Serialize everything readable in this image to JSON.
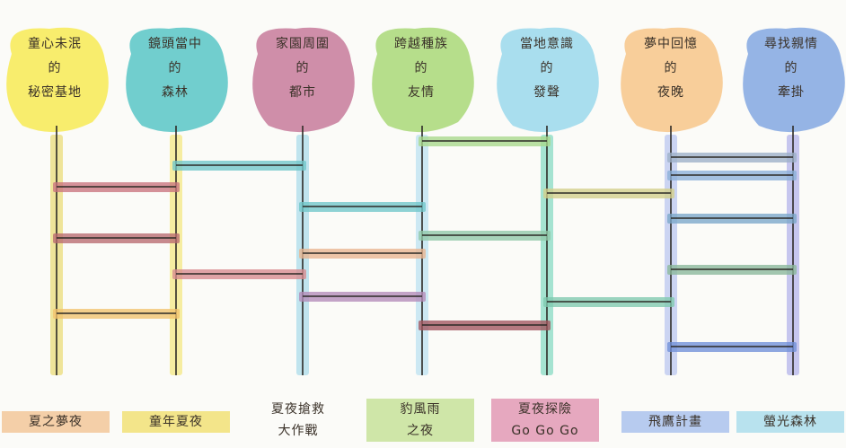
{
  "columns": [
    {
      "lines": [
        "童心未泯",
        "的",
        "秘密基地"
      ],
      "blob_color": "#f7ea55",
      "line_color": "#e6d24a"
    },
    {
      "lines": [
        "鏡頭當中",
        "的",
        "森林"
      ],
      "blob_color": "#58c6c7",
      "line_color": "#f2e25a"
    },
    {
      "lines": [
        "家園周圍",
        "的",
        "都市"
      ],
      "blob_color": "#c77a9b",
      "line_color": "#8fd1e5"
    },
    {
      "lines": [
        "跨越種族",
        "的",
        "友情"
      ],
      "blob_color": "#a9d878",
      "line_color": "#a5d9ef"
    },
    {
      "lines": [
        "當地意識",
        "的",
        "發聲"
      ],
      "blob_color": "#9ad8ec",
      "line_color": "#5fcfb0"
    },
    {
      "lines": [
        "夢中回憶",
        "的",
        "夜晚"
      ],
      "blob_color": "#f7c68a",
      "line_color": "#a4b4ec"
    },
    {
      "lines": [
        "尋找親情",
        "的",
        "牽掛"
      ],
      "blob_color": "#83a7e2",
      "line_color": "#9b9be6"
    }
  ],
  "bottom_labels": [
    {
      "lines": [
        "夏之夢夜"
      ],
      "highlight": "#f4cfa8"
    },
    {
      "lines": [
        "童年夏夜"
      ],
      "highlight": "#f3e58a"
    },
    {
      "lines": [
        "夏夜搶救",
        "大作戰"
      ],
      "highlight": ""
    },
    {
      "lines": [
        "豹風雨",
        "之夜"
      ],
      "highlight": "#cfe6a8"
    },
    {
      "lines": [
        "夏夜探險",
        "Go Go Go"
      ],
      "highlight": "#e6a8bf"
    },
    {
      "lines": [
        "飛鷹計畫"
      ],
      "highlight": "#b7cbef"
    },
    {
      "lines": [
        "螢光森林"
      ],
      "highlight": "#b8e2ee"
    }
  ],
  "rungs": [
    {
      "from": 1,
      "to": 2,
      "level": 184,
      "color": "#6fc7c9"
    },
    {
      "from": 0,
      "to": 1,
      "level": 208,
      "color": "#c9737e"
    },
    {
      "from": 2,
      "to": 3,
      "level": 230,
      "color": "#6fc7c9"
    },
    {
      "from": 0,
      "to": 1,
      "level": 265,
      "color": "#b86a70"
    },
    {
      "from": 2,
      "to": 3,
      "level": 282,
      "color": "#e9b58f"
    },
    {
      "from": 1,
      "to": 2,
      "level": 305,
      "color": "#d98a8e"
    },
    {
      "from": 2,
      "to": 3,
      "level": 330,
      "color": "#b48ab8"
    },
    {
      "from": 0,
      "to": 1,
      "level": 349,
      "color": "#f2c36d"
    },
    {
      "from": 3,
      "to": 4,
      "level": 157,
      "color": "#a8d88a"
    },
    {
      "from": 3,
      "to": 4,
      "level": 262,
      "color": "#8fc8a8"
    },
    {
      "from": 3,
      "to": 4,
      "level": 362,
      "color": "#a2555d"
    },
    {
      "from": 4,
      "to": 5,
      "level": 215,
      "color": "#d4cf8a"
    },
    {
      "from": 4,
      "to": 5,
      "level": 336,
      "color": "#7fc9ae"
    },
    {
      "from": 5,
      "to": 6,
      "level": 175,
      "color": "#9cb0c8"
    },
    {
      "from": 5,
      "to": 6,
      "level": 195,
      "color": "#8ab0d8"
    },
    {
      "from": 5,
      "to": 6,
      "level": 243,
      "color": "#7aa7c9"
    },
    {
      "from": 5,
      "to": 6,
      "level": 300,
      "color": "#89b79a"
    },
    {
      "from": 5,
      "to": 6,
      "level": 386,
      "color": "#6f8fd8"
    }
  ]
}
